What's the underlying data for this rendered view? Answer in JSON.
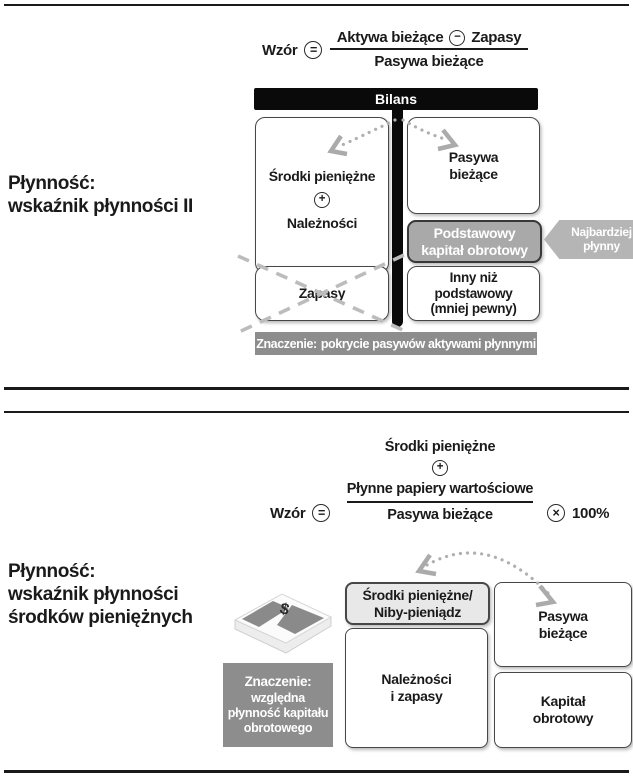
{
  "colors": {
    "black": "#0a0a0a",
    "meaning_gray": "#8d8d8d",
    "box_gray": "#a9a9a9",
    "arrow_gray": "#b5b5b5",
    "light_box": "#e8e8e8",
    "dotted_gray": "#b0b0b0"
  },
  "s1": {
    "title": [
      "Płynność:",
      "wskaźnik płynności II"
    ],
    "formula": {
      "label": "Wzór",
      "eq": "=",
      "num_left": "Aktywa bieżące",
      "minus": "−",
      "num_right": "Zapasy",
      "den": "Pasywa bieżące"
    },
    "bilans_header": "Bilans",
    "left_box": {
      "line1": "Środki pieniężne",
      "plus": "+",
      "line2": "Należności"
    },
    "pasywa": [
      "Pasywa",
      "bieżące"
    ],
    "podstawowy": [
      "Podstawowy",
      "kapitał obrotowy"
    ],
    "zapasy": "Zapasy",
    "inny": [
      "Inny niż",
      "podstawowy",
      "(mniej pewny)"
    ],
    "najbardziej": [
      "Najbardziej",
      "płynny"
    ],
    "meaning": {
      "label": "Znaczenie:",
      "text": "pokrycie pasywów aktywami płynnymi"
    }
  },
  "s2": {
    "title": [
      "Płynność:",
      "wskaźnik płynności",
      "środków pieniężnych"
    ],
    "formula": {
      "label": "Wzór",
      "eq": "=",
      "num1": "Środki pieniężne",
      "plus": "+",
      "num2": "Płynne papiery wartościowe",
      "den": "Pasywa bieżące",
      "times": "×",
      "pct": "100%"
    },
    "money_glyph": "$",
    "boxes": {
      "srodki": [
        "Środki pieniężne/",
        "Niby-pieniądz"
      ],
      "naleznosci": [
        "Należności",
        "i zapasy"
      ],
      "pasywa": [
        "Pasywa",
        "bieżące"
      ],
      "kapital": [
        "Kapitał",
        "obrotowy"
      ]
    },
    "meaning": {
      "label": "Znaczenie:",
      "lines": [
        "względna",
        "płynność kapitału",
        "obrotowego"
      ]
    }
  }
}
